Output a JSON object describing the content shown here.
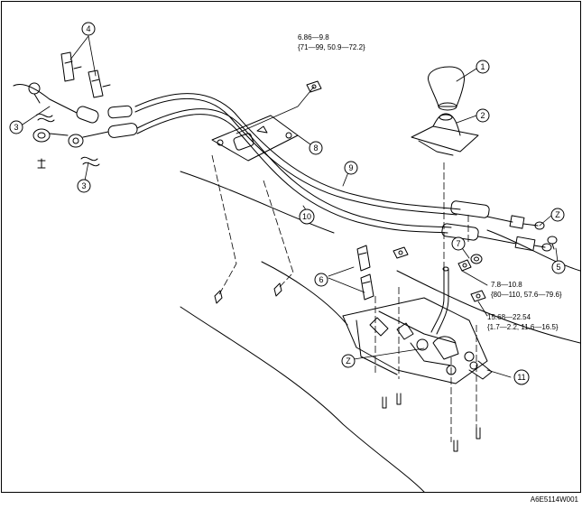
{
  "callouts": {
    "c1": "1",
    "c2": "2",
    "c3a": "3",
    "c3b": "3",
    "c4": "4",
    "c5": "5",
    "c6": "6",
    "c7": "7",
    "c8": "8",
    "c9": "9",
    "c10": "10",
    "c11": "11",
    "z1": "Z",
    "z2": "Z"
  },
  "torque": {
    "t1_line1": "6.86—9.8",
    "t1_line2": "{71—99, 50.9—72.2}",
    "t2_line1": "7.8—10.8",
    "t2_line2": "{80—110, 57.6—79.6}",
    "t3_line1": "15.68—22.54",
    "t3_line2": "{1.7—2.2, 11.6—16.5}"
  },
  "figure_code": "A6E5114W001"
}
